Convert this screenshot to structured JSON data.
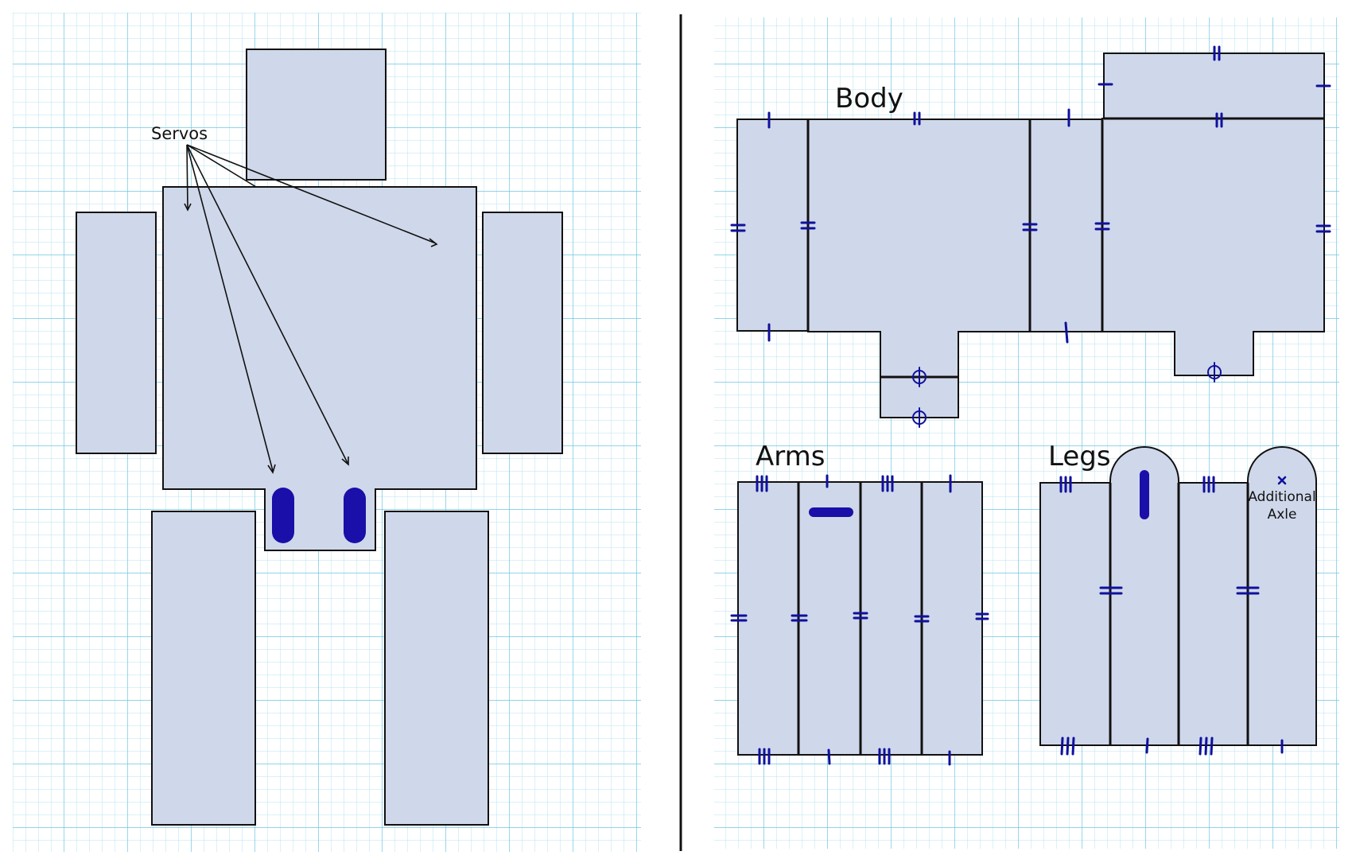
{
  "labels": {
    "servos": "Servos",
    "body": "Body",
    "arms": "Arms",
    "legs": "Legs",
    "additional_axle_line1": "Additional",
    "additional_axle_line2": "Axle"
  },
  "colors": {
    "piece_fill": "#cfd8ea",
    "outline": "#111111",
    "mark": "#10109c",
    "slot": "#1a0fa8",
    "grid_minor": "#b7e3f0",
    "grid_major": "#6fc6e0"
  },
  "icons": {
    "axle_marker": "cross-icon",
    "pivot_marker": "circle-cross-icon"
  }
}
